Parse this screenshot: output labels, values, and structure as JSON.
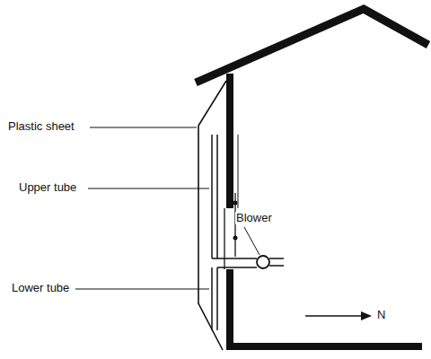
{
  "diagram": {
    "labels": [
      "Plastic sheet",
      "Upper tube",
      "Lower tube",
      "Blower",
      "N"
    ]
  }
}
